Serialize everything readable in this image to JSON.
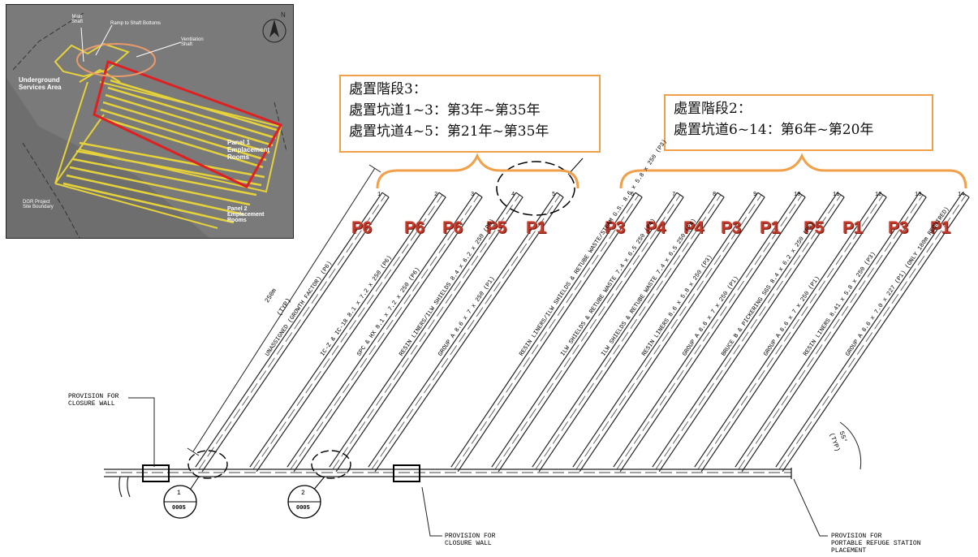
{
  "inset": {
    "labels": {
      "main_shaft": "Main\nShaft",
      "ramp": "Ramp to Shaft Bottoms",
      "vent": "Ventilation\nShaft",
      "underground": "Underground\nServices Area",
      "panel1": "Panel 1\nEmplacement\nRooms",
      "panel2": "Panel 2\nEmplacement\nRooms",
      "boundary": "DGR Project\nSite Boundary",
      "north": "N"
    }
  },
  "callouts": {
    "stage3": {
      "title": "處置階段3：",
      "line1": "處置坑道1~3：第3年~第35年",
      "line2": "處置坑道4~5：第21年~第35年"
    },
    "stage2": {
      "title": "處置階段2：",
      "line1": "處置坑道6~14：第6年~第20年"
    }
  },
  "rooms": [
    {
      "num": "1",
      "phase": "P6",
      "label": "UNASSIGNED (GROWTH FACTOR) (P6)"
    },
    {
      "num": "2",
      "phase": "P6",
      "label": "IC-Z & IC-18  8.1 x 7.2 x 250 (P6)"
    },
    {
      "num": "3",
      "phase": "P6",
      "label": "SPC & HX  8.1 x 7.2 x 250 (P6)"
    },
    {
      "num": "4",
      "phase": "P5",
      "label": "RESIN LINERS/ILW SHIELDS 8.4 x 6.2 x 250 (P5)"
    },
    {
      "num": "5",
      "phase": "P1",
      "label": "GROUP A  8.6 x 7 x 250 (P1)"
    },
    {
      "num": "6",
      "phase": "P3",
      "label": "RESIN LINERS/ILW SHIELDS & RETUBE WASTE/STEAM G.S. 8.6 x 5.8 x 250 (P3)"
    },
    {
      "num": "7",
      "phase": "P4",
      "label": "ILW SHIELDS & RETUBE WASTE 7.4 x 6.5 250 (P4)"
    },
    {
      "num": "8",
      "phase": "P4",
      "label": "ILW SHIELDS & RETUBE WASTE 7.4 x 6.5 250 (P4)"
    },
    {
      "num": "9",
      "phase": "P3",
      "label": "RESIN LINERS 8.6 x 5.8 x 250 (P3)"
    },
    {
      "num": "10",
      "phase": "P1",
      "label": "GROUP A 8.6 x 7 x 250 (P1)"
    },
    {
      "num": "11",
      "phase": "P5",
      "label": "BRUCE B & PICKERING SGS 8.4 x 6.2 x 250 (P5)"
    },
    {
      "num": "12",
      "phase": "P1",
      "label": "GROUP A  8.6 x 7 x 250  (P1)"
    },
    {
      "num": "13",
      "phase": "P3",
      "label": "RESIN LINERS 8.41 x 5.8 x 250 (P3)"
    },
    {
      "num": "14",
      "phase": "P1",
      "label": "GROUP A  8.6 x 7.0 x 227  (P1) (ONLY 180m REQUIRED)"
    }
  ],
  "annotations": {
    "length": "250m",
    "length_typ": "(TYP)",
    "angle": "55°",
    "angle_typ": "(TYP)",
    "closure_left": "PROVISION FOR\nCLOSURE WALL",
    "closure_bottom": "PROVISION FOR\nCLOSURE WALL",
    "refuge": "PROVISION FOR\nPORTABLE REFUGE STATION\nPLACEMENT",
    "detail1_num": "1",
    "detail1_ref": "0005",
    "detail2_num": "2",
    "detail2_ref": "0005"
  },
  "colors": {
    "callout_border": "#f0a04b",
    "phase_tag": "#c0392b",
    "inset_highlight": "#e02020",
    "inset_tunnels": "#e6d23a"
  }
}
